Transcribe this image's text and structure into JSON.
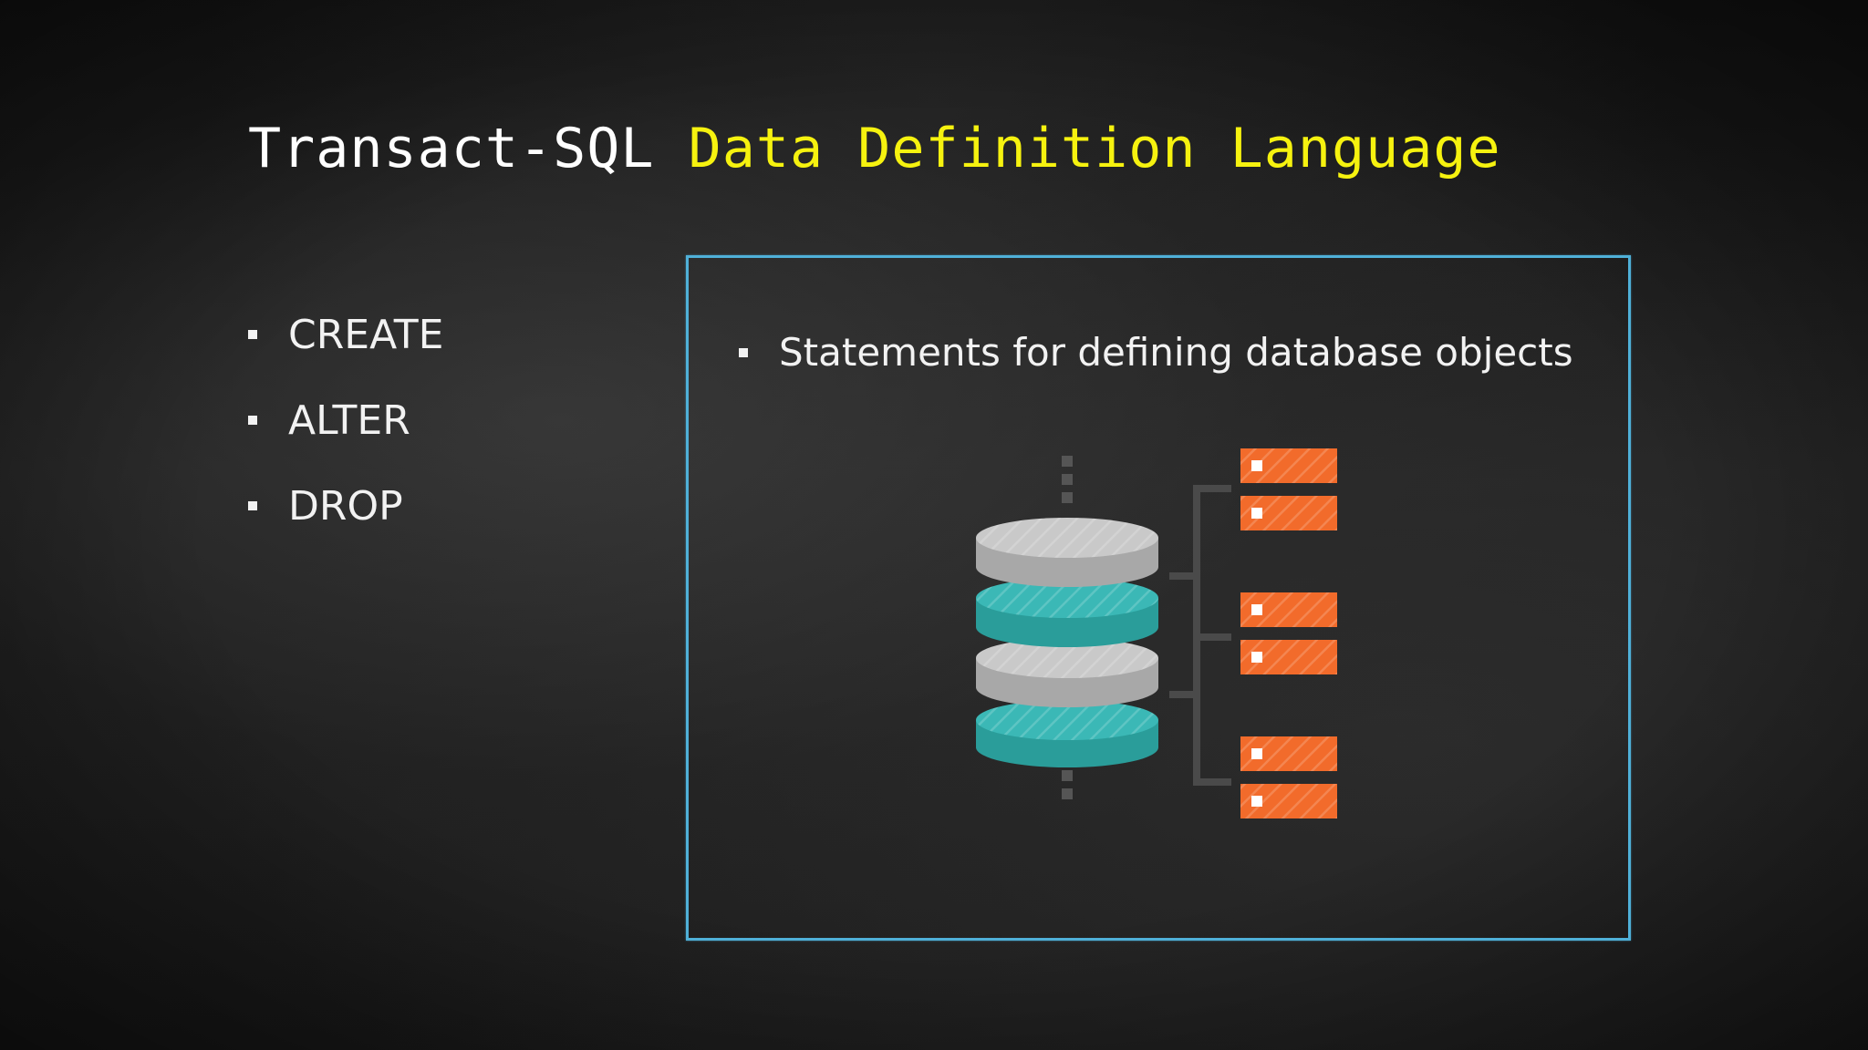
{
  "slide": {
    "title_plain": "Transact-SQL",
    "title_accent": "Data Definition Language",
    "bullets": [
      {
        "label": "CREATE"
      },
      {
        "label": "ALTER"
      },
      {
        "label": "DROP"
      }
    ],
    "frame_bullet": "Statements for defining database objects",
    "illustration": {
      "icon": "database-server-icon",
      "colors": {
        "disk_gray": "#c9c9c9",
        "disk_teal": "#3bb8b6",
        "server_orange": "#f26b2b",
        "connector": "#4a4a4a"
      }
    }
  },
  "theme": {
    "background": "#1d1d1d",
    "text": "#f2f2f2",
    "title_accent_color": "#f6f20f",
    "frame_color": "#4fb0d8"
  }
}
